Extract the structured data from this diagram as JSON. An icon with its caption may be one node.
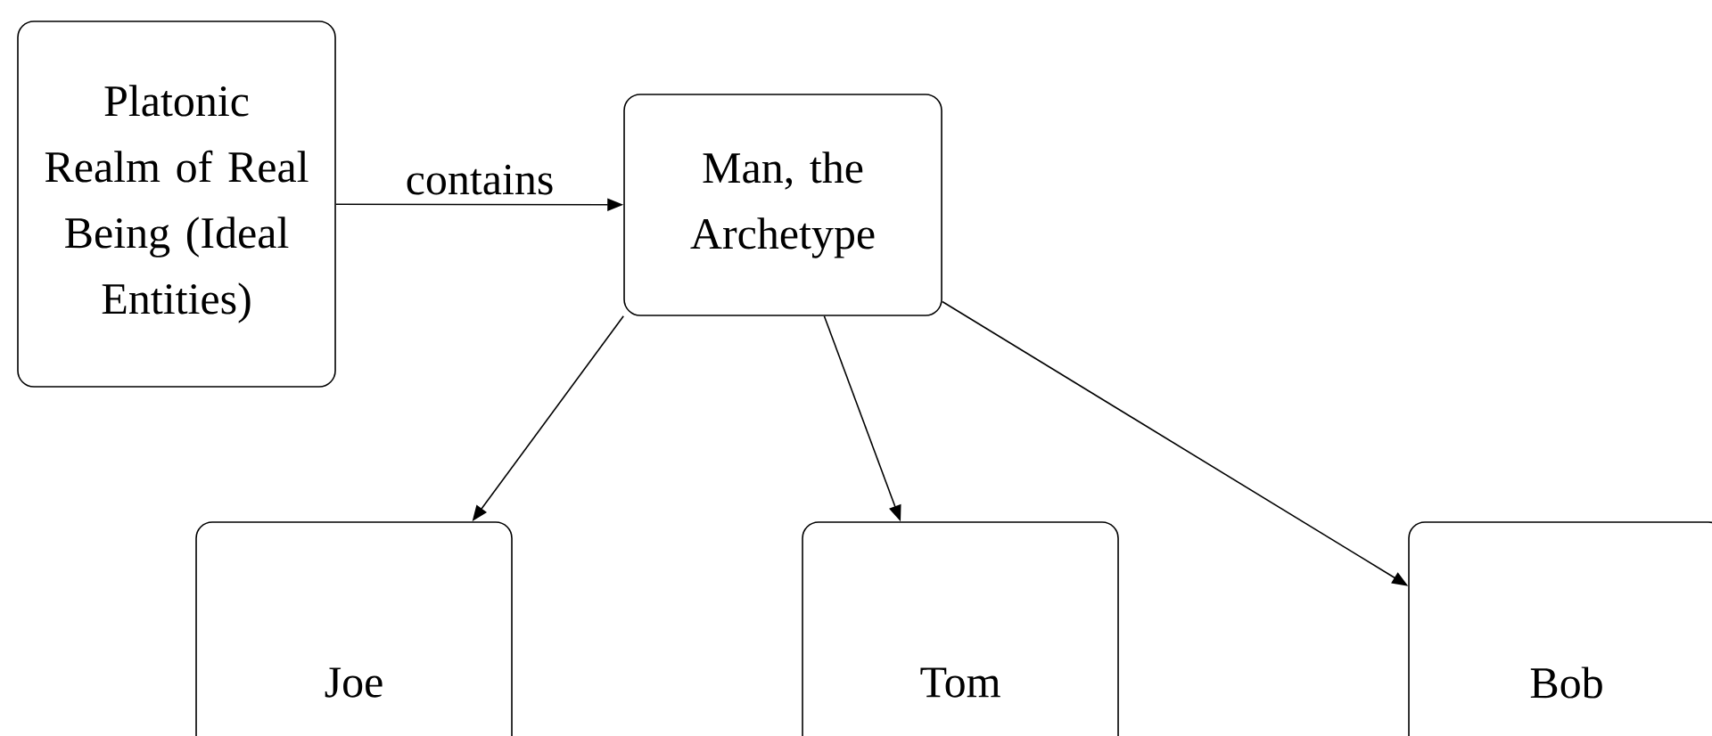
{
  "diagram": {
    "nodes": [
      {
        "text": [
          "Platonic Realm of Real Being (Ideal Entities)"
        ]
      },
      {
        "text": [
          "Man, the Archetype"
        ]
      },
      {
        "text": [
          "Joe"
        ]
      },
      {
        "text": [
          "Tom"
        ]
      },
      {
        "text": [
          "Bob"
        ]
      }
    ],
    "edges": [
      {
        "from": 0,
        "to": 1,
        "arrow": "to",
        "label": "contains"
      },
      {
        "from": 1,
        "to": 2,
        "arrow": "to"
      },
      {
        "from": 1,
        "to": 3,
        "arrow": "to"
      },
      {
        "from": 1,
        "to": 4,
        "arrow": "to"
      }
    ]
  }
}
